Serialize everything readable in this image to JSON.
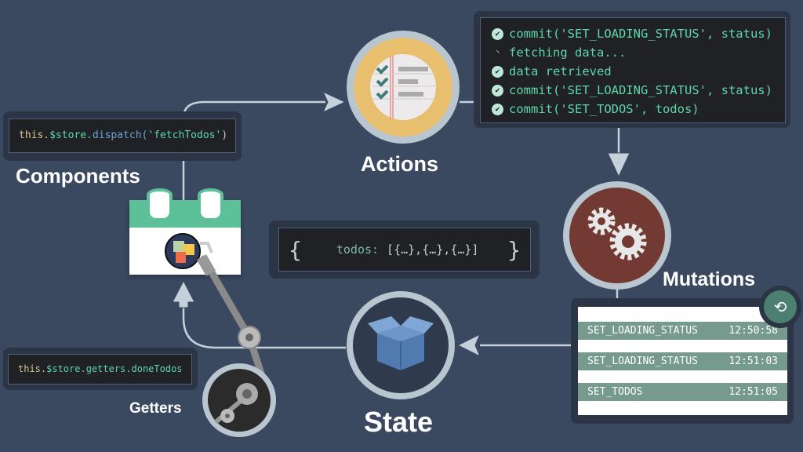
{
  "labels": {
    "components": "Components",
    "actions": "Actions",
    "mutations": "Mutations",
    "state": "State",
    "getters": "Getters"
  },
  "dispatch_code": {
    "this": "this.",
    "store": "$store.",
    "method": "dispatch(",
    "arg": "'fetchTodos'",
    "close": ")"
  },
  "getters_code": {
    "this": "this.",
    "rest": "$store.getters.doneTodos"
  },
  "state_code": {
    "open": "{",
    "key": "todos:",
    "value": "[{…},{…},{…}]",
    "close": "}"
  },
  "action_log": [
    {
      "icon": "check-icon",
      "text": "commit('SET_LOADING_STATUS', status)"
    },
    {
      "icon": "rss-icon",
      "text": "fetching data..."
    },
    {
      "icon": "check-icon",
      "text": "data retrieved"
    },
    {
      "icon": "check-icon",
      "text": "commit('SET_LOADING_STATUS', status)"
    },
    {
      "icon": "check-icon",
      "text": "commit('SET_TODOS', todos)"
    }
  ],
  "mutation_log": [
    {
      "name": "SET_LOADING_STATUS",
      "time": "12:50:58"
    },
    {
      "name": "SET_LOADING_STATUS",
      "time": "12:51:03"
    },
    {
      "name": "SET_TODOS",
      "time": "12:51:05"
    }
  ],
  "colors": {
    "background": "#3a4960",
    "code_green": "#5fd6a9",
    "vue_green": "#5cc199",
    "actions_yellow": "#e7bf6e",
    "mutations_red": "#733a33",
    "row_green": "#779a8f"
  }
}
